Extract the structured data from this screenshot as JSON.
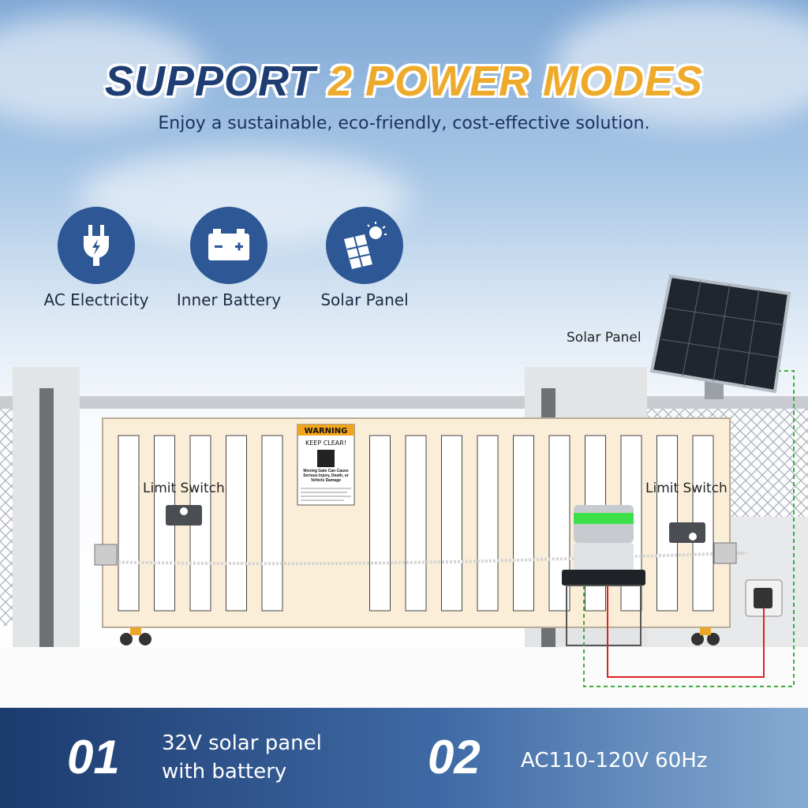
{
  "header": {
    "title_part1": "SUPPORT",
    "title_part2": "2 POWER MODES",
    "subtitle": "Enjoy a sustainable, eco-friendly, cost-effective solution."
  },
  "power_sources": [
    {
      "label": "AC Electricity",
      "icon": "plug-icon"
    },
    {
      "label": "Inner Battery",
      "icon": "battery-icon"
    },
    {
      "label": "Solar Panel",
      "icon": "solar-panel-icon"
    }
  ],
  "scene": {
    "solar_panel_label": "Solar Panel",
    "limit_switch_left": "Limit Switch",
    "limit_switch_right": "Limit Switch",
    "warning_sign": {
      "header": "WARNING",
      "title": "KEEP CLEAR!",
      "text": "Moving Gate Can Cause Serious Injury, Death, or Vehicle Damage"
    },
    "opener_light_color": "#3ee04a"
  },
  "modes": [
    {
      "number": "01",
      "line1": "32V solar panel",
      "line2": "with battery"
    },
    {
      "number": "02",
      "line1": "AC110-120V 60Hz"
    }
  ],
  "colors": {
    "navy": "#1d3d73",
    "accent": "#eeaa2a",
    "icon_bg": "#2d5895"
  }
}
